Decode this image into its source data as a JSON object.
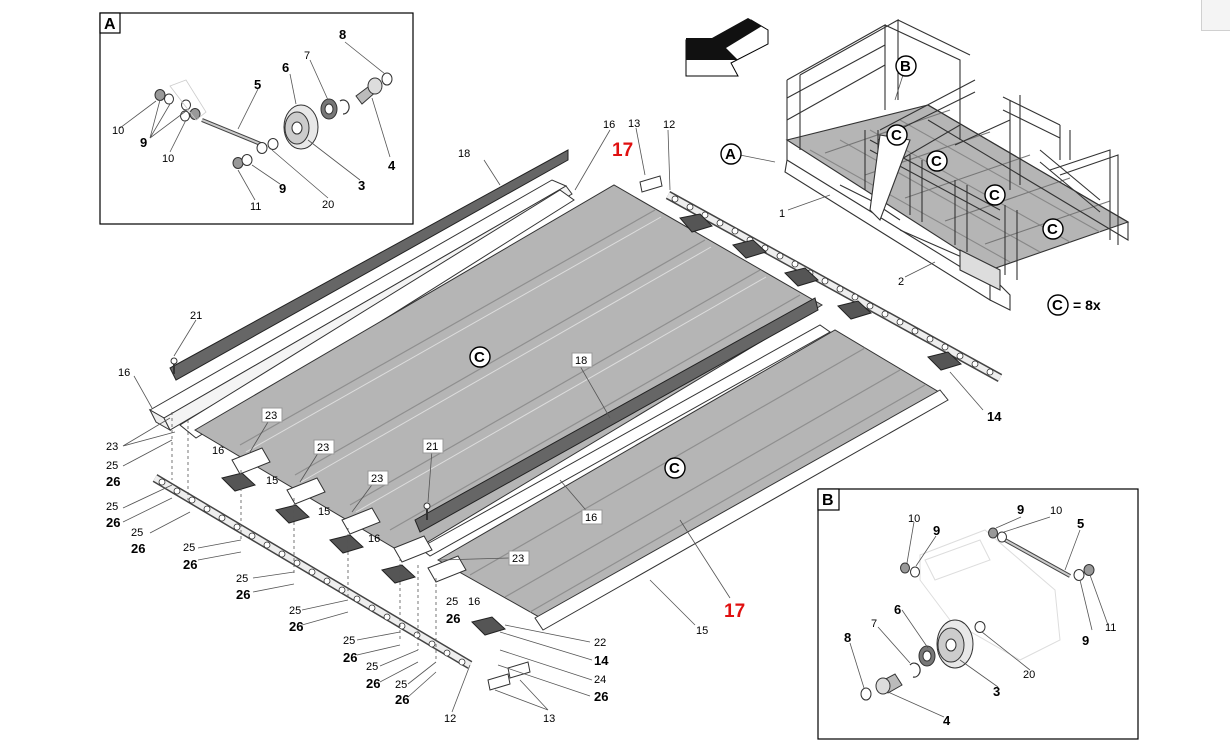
{
  "callouts": {
    "A": "A",
    "B": "B",
    "C": "C",
    "c_qty": "= 8x"
  },
  "labels": {
    "n1": "1",
    "n2": "2",
    "n3": "3",
    "n4": "4",
    "n5": "5",
    "n6": "6",
    "n7": "7",
    "n8": "8",
    "n9": "9",
    "n10": "10",
    "n11": "11",
    "n12": "12",
    "n13": "13",
    "n14": "14",
    "n15": "15",
    "n16": "16",
    "n17": "17",
    "n18": "18",
    "n20": "20",
    "n21": "21",
    "n22": "22",
    "n23": "23",
    "n24": "24",
    "n25": "25",
    "n26": "26"
  },
  "colors": {
    "slat_fill": "#b5b5b5",
    "slat_ridge": "#8f8f8f",
    "accent_red": "#e01010",
    "dark_part": "#555555",
    "frame_line": "#333333"
  },
  "icons": {
    "direction": "arrow-left-icon"
  }
}
